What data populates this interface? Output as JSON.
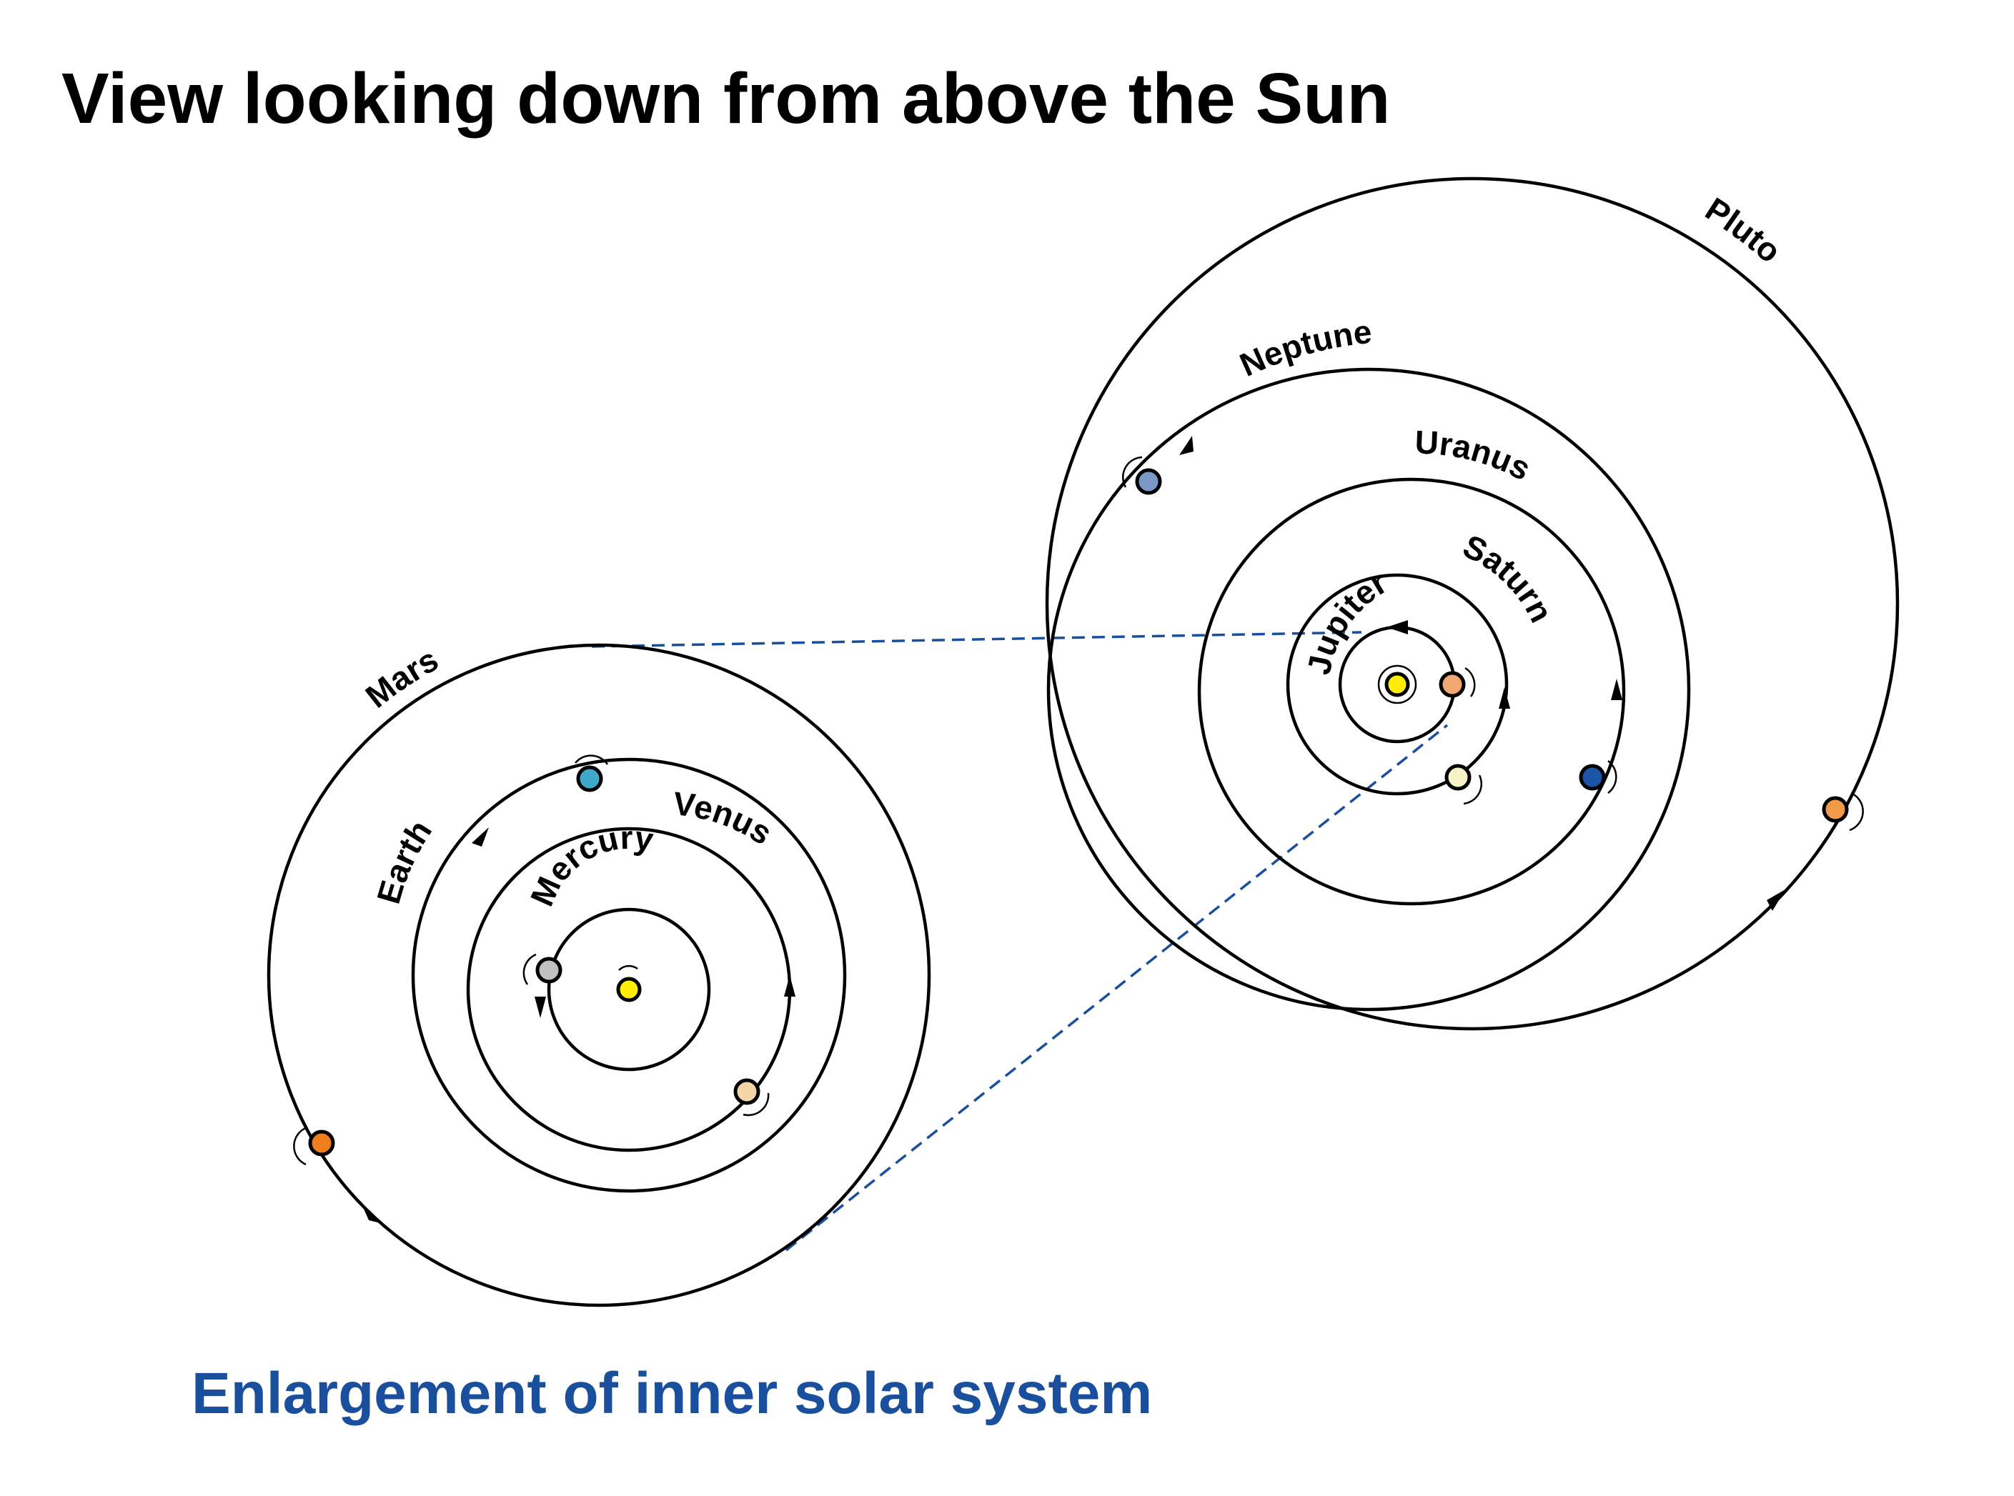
{
  "title": "View looking down from above the Sun",
  "caption": "Enlargement of inner solar system",
  "colors": {
    "text": "#000000",
    "caption": "#1a4f9e",
    "guide_lines": "#1a4f9e",
    "sun": "#ffee00"
  },
  "inner_system": {
    "labels": {
      "mercury": "Mercury",
      "venus": "Venus",
      "earth": "Earth",
      "mars": "Mars"
    },
    "planet_colors": {
      "mercury": "#c0c0c0",
      "venus": "#f5d4a8",
      "earth": "#3fa9c9",
      "mars": "#f07d1c"
    }
  },
  "outer_system": {
    "labels": {
      "jupiter": "Jupiter",
      "saturn": "Saturn",
      "uranus": "Uranus",
      "neptune": "Neptune",
      "pluto": "Pluto"
    },
    "planet_colors": {
      "jupiter": "#f2a872",
      "saturn": "#f7f3c4",
      "uranus": "#1b55a8",
      "neptune": "#7b97c8",
      "pluto": "#f39a49"
    }
  }
}
